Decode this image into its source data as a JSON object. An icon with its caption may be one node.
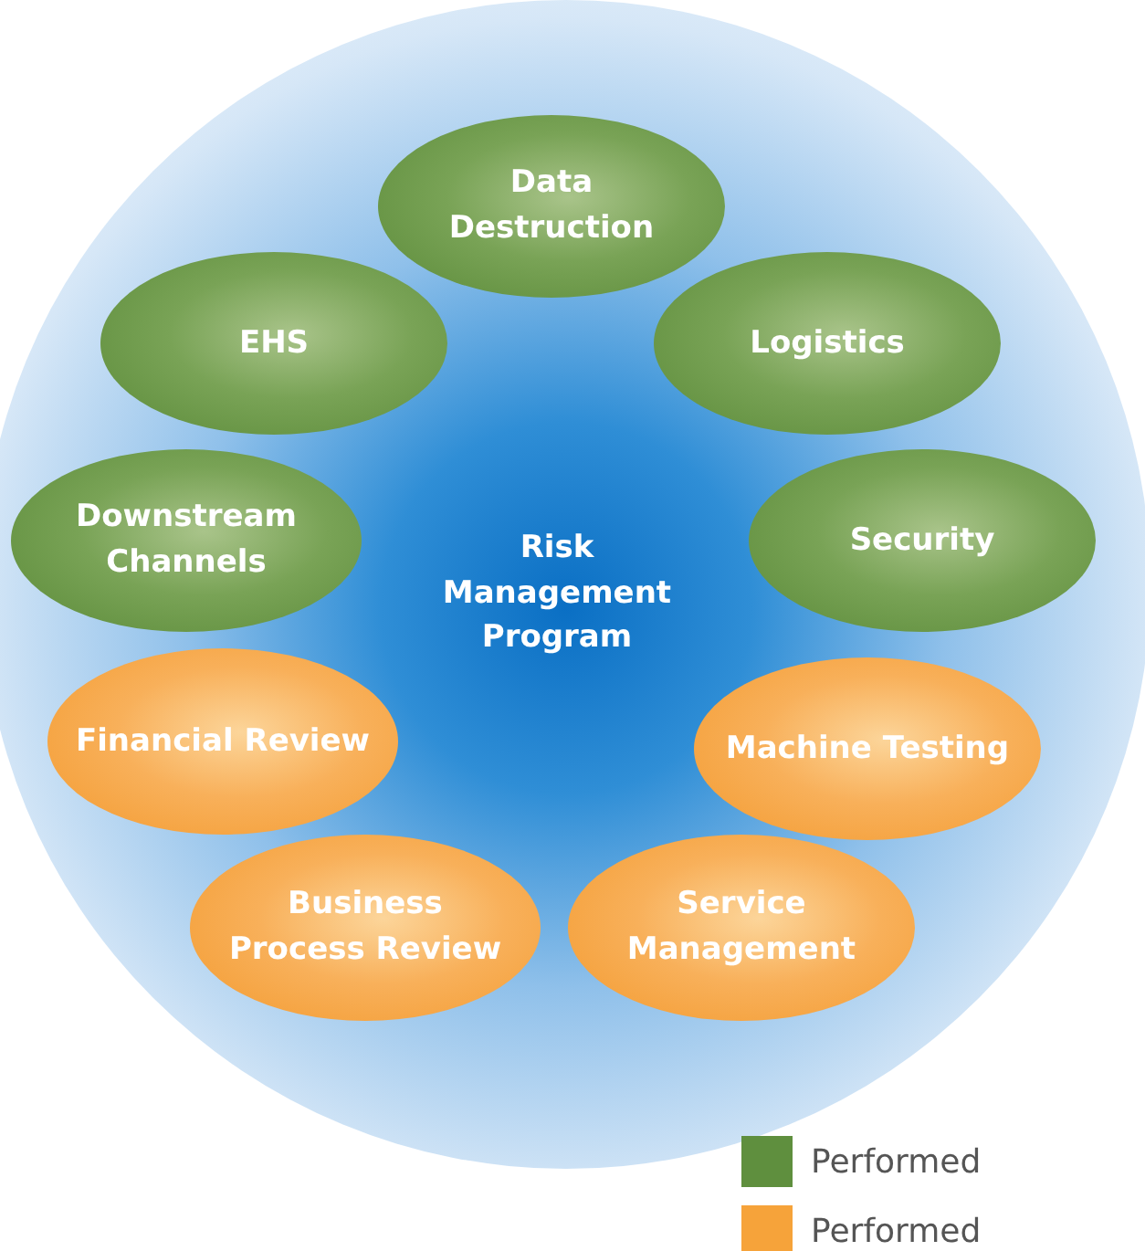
{
  "diagram": {
    "nodes": [
      {
        "text": [
          "Data Destruction"
        ]
      },
      {
        "text": [
          "EHS"
        ]
      },
      {
        "text": [
          "Logistics"
        ]
      },
      {
        "text": [
          "Downstream Channels"
        ]
      },
      {
        "text": [
          "Risk Management Program"
        ]
      },
      {
        "text": [
          "Security"
        ]
      },
      {
        "text": [
          "Financial Review"
        ]
      },
      {
        "text": [
          "Machine Testing"
        ]
      },
      {
        "text": [
          "Business Process Review"
        ]
      },
      {
        "text": [
          "Service Management"
        ]
      }
    ],
    "legend": [
      {
        "text": "Performed",
        "color": "#5f8f3e"
      },
      {
        "text": "Performed",
        "color": "#f6a33a"
      }
    ]
  }
}
